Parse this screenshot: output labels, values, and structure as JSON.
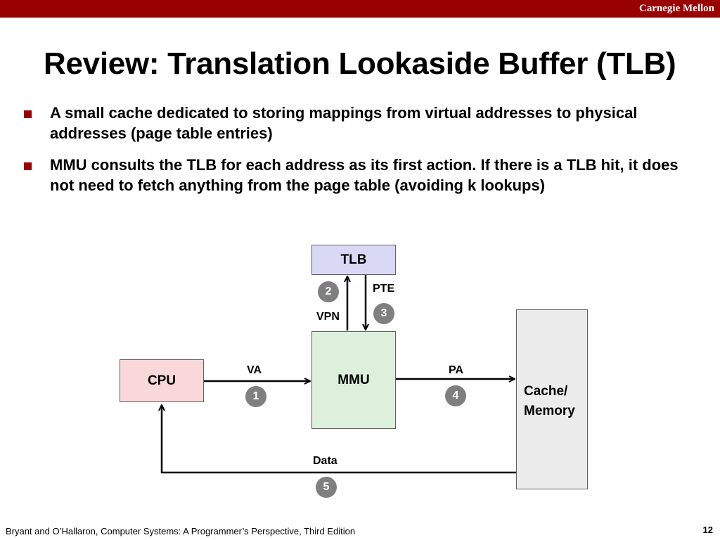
{
  "header": {
    "brand": "Carnegie Mellon"
  },
  "title": "Review: Translation Lookaside Buffer (TLB)",
  "bullets": [
    "A small cache dedicated to storing mappings from virtual addresses to physical addresses (page table entries)",
    "MMU consults the TLB for each address as its first action. If there is a TLB hit, it does not need to fetch anything from the page table (avoiding k lookups)"
  ],
  "diagram": {
    "boxes": {
      "tlb": "TLB",
      "mmu": "MMU",
      "cpu": "CPU",
      "memory_line1": "Cache/",
      "memory_line2": "Memory"
    },
    "labels": {
      "va": "VA",
      "pa": "PA",
      "vpn": "VPN",
      "pte": "PTE",
      "data": "Data"
    },
    "steps": {
      "va": "1",
      "vpn": "2",
      "pte": "3",
      "pa": "4",
      "data": "5"
    },
    "colors": {
      "tlb": "#d9d9f6",
      "mmu": "#dcf0dc",
      "cpu": "#f8d8d8",
      "memory": "#ececec",
      "step": "#7f7f7f"
    }
  },
  "footer": {
    "citation": "Bryant and O’Hallaron, Computer Systems: A Programmer’s Perspective, Third Edition",
    "page": "12"
  }
}
